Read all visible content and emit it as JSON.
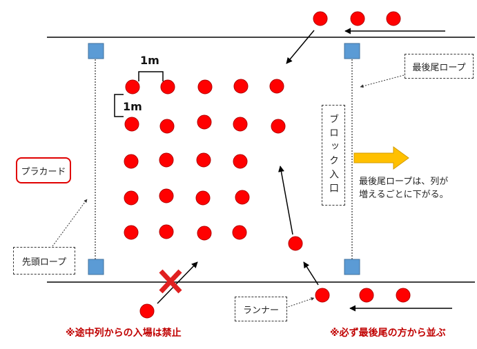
{
  "labels": {
    "last_rope": "最後尾ロープ",
    "placard": "プラカード",
    "front_rope": "先頭ロープ",
    "block_entrance": "ブロック入口",
    "runner": "ランナー",
    "dim_horizontal": "1m",
    "dim_vertical": "1m",
    "description_line1": "最後尾ロープは、列が",
    "description_line2": "増えるごとに下がる。",
    "warning_left": "※途中列からの入場は禁止",
    "warning_right": "※必ず最後尾の方から並ぶ"
  },
  "colors": {
    "runner_dot": "#ff0000",
    "post": "#5b9bd5",
    "warning_text": "#c00000",
    "placard_border": "#e00000",
    "move_arrow": "#ffc000",
    "forbidden_mark": "#e02020"
  },
  "icons": {
    "forbidden": "cross-mark-icon",
    "direction": "arrow-icon"
  }
}
